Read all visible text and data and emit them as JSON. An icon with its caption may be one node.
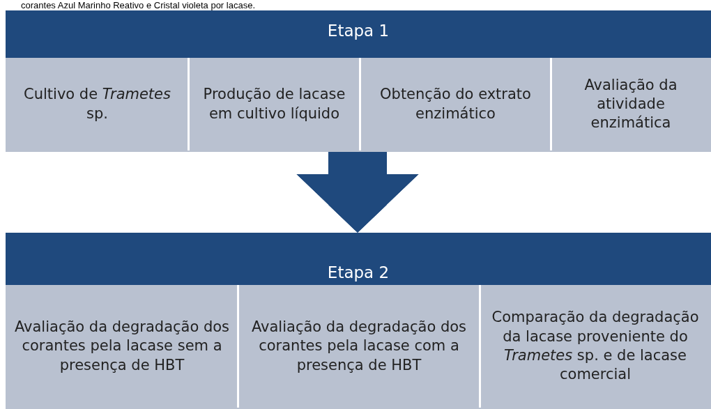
{
  "diagram": {
    "title": "corantes Azul Marinho Reativo e Cristal violeta por lacase.",
    "nodes": [
      {
        "text": [
          "Etapa 1"
        ]
      },
      {
        "text": [
          "Cultivo de *Trametes* sp."
        ],
        "in": 0
      },
      {
        "text": [
          "Produção de lacase em cultivo líquido"
        ],
        "in": 0
      },
      {
        "text": [
          "Obtenção do extrato enzimático"
        ],
        "in": 0
      },
      {
        "text": [
          "Avaliação da atividade enzimática"
        ],
        "in": 0
      },
      {
        "text": [
          "Etapa 2"
        ]
      },
      {
        "text": [
          "Avaliação da degradação dos corantes pela lacase sem a presença de HBT"
        ],
        "in": 5
      },
      {
        "text": [
          "Avaliação da degradação dos corantes pela lacase com a presença de HBT"
        ],
        "in": 5
      },
      {
        "text": [
          "Comparação da degradação da lacase proveniente do *Trametes* sp. e de lacase comercial"
        ],
        "in": 5
      }
    ],
    "edges": [
      {
        "from": 0,
        "to": 5,
        "arrow": "to"
      }
    ]
  }
}
